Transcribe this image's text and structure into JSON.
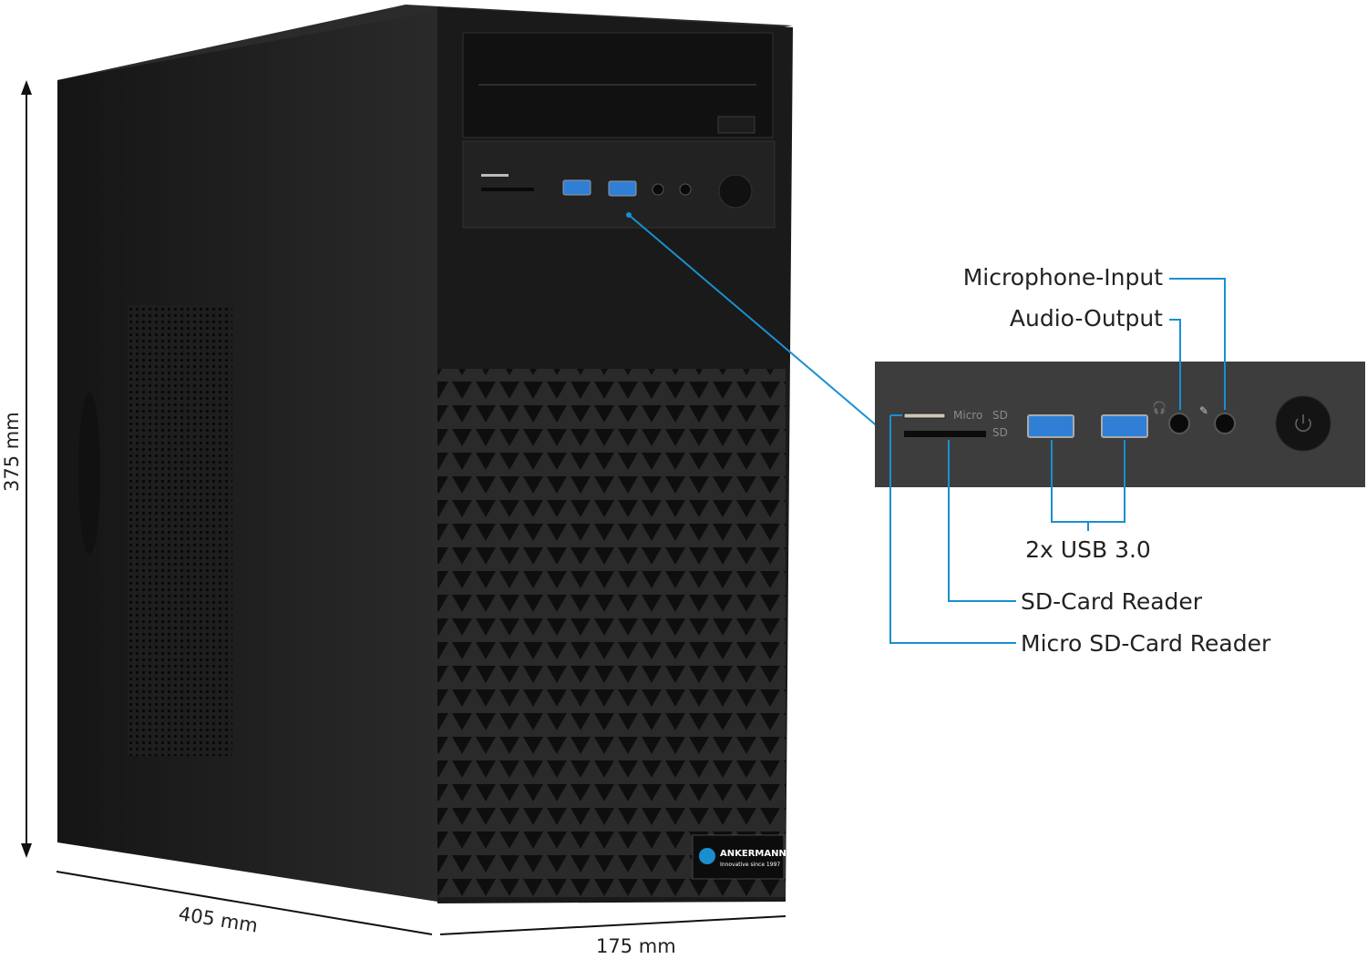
{
  "dimensions": {
    "height": "375 mm",
    "depth": "405 mm",
    "width": "175 mm"
  },
  "callouts": {
    "microphone_input": "Microphone-Input",
    "audio_output": "Audio-Output",
    "usb": "2x USB 3.0",
    "sd_reader": "SD-Card Reader",
    "micro_sd_reader": "Micro SD-Card Reader"
  },
  "panel": {
    "micro_label": "Micro",
    "sd_label_1": "SD",
    "sd_label_2": "SD"
  },
  "brand": {
    "name": "ANKERMANN",
    "tagline": "Innovative since 1997"
  },
  "colors": {
    "accent": "#1a8fd0",
    "case": "#1c1c1c",
    "usb": "#2f7fd6"
  }
}
